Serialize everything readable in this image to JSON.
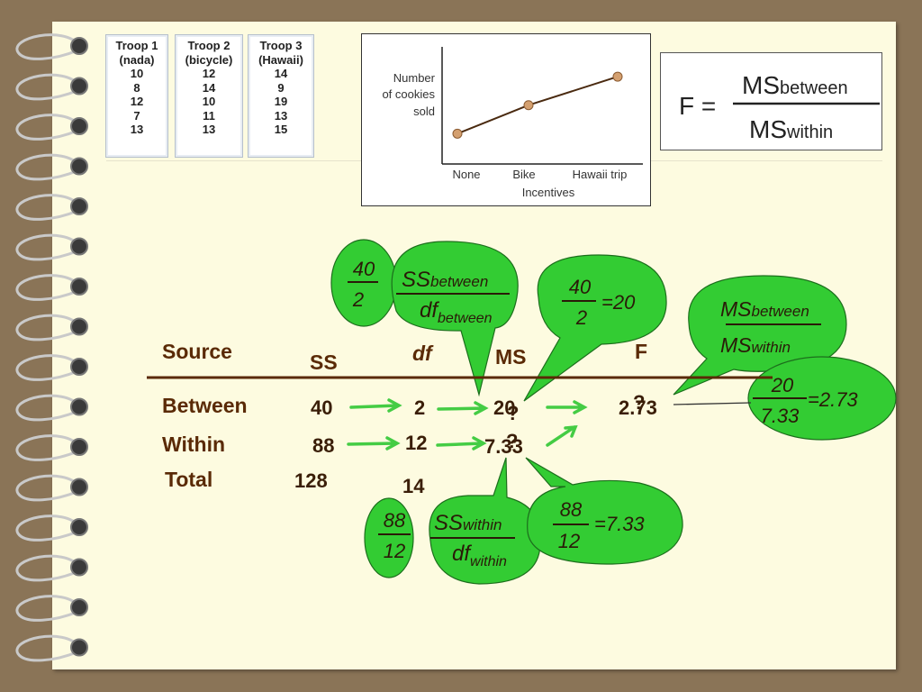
{
  "troops": [
    {
      "name": "Troop 1",
      "incentive": "(nada)",
      "values": [
        "10",
        "8",
        "12",
        "7",
        "13"
      ]
    },
    {
      "name": "Troop 2",
      "incentive": "(bicycle)",
      "values": [
        "12",
        "14",
        "10",
        "11",
        "13"
      ]
    },
    {
      "name": "Troop 3",
      "incentive": "(Hawaii)",
      "values": [
        "14",
        "9",
        "19",
        "13",
        "15"
      ]
    }
  ],
  "chart": {
    "ylabel": [
      "Number",
      "of cookies",
      "sold"
    ],
    "xlabel": "Incentives",
    "categories": [
      "None",
      "Bike",
      "Hawaii trip"
    ]
  },
  "chart_data": {
    "type": "line",
    "categories": [
      "None",
      "Bike",
      "Hawaii trip"
    ],
    "values": [
      10,
      12,
      14
    ],
    "xlabel": "Incentives",
    "ylabel": "Number of cookies sold",
    "grid": false
  },
  "formula": {
    "lhs": "F =",
    "num_main": "MS",
    "num_sub": "between",
    "den_main": "MS",
    "den_sub": "within"
  },
  "table": {
    "headers": {
      "source": "Source",
      "ss": "SS",
      "df": "df",
      "ms": "MS",
      "f": "F"
    },
    "rows": [
      {
        "source": "Between",
        "ss": "40",
        "df": "2",
        "ms": "20",
        "f": "2.73"
      },
      {
        "source": "Within",
        "ss": "88",
        "df": "12",
        "ms": "7.33"
      },
      {
        "source": "Total",
        "ss": "128",
        "df": "14"
      }
    ],
    "overlay_q": "?"
  },
  "bubbles": {
    "ss_between_frac": {
      "num": "40",
      "den": "2"
    },
    "ss_between_formula": {
      "num_main": "SS",
      "num_sub": "between",
      "den_main": "df",
      "den_sub": "between"
    },
    "ms_between_calc": {
      "num": "40",
      "den": "2",
      "result": "=20"
    },
    "f_formula": {
      "num_main": "MS",
      "num_sub": "between",
      "den_main": "MS",
      "den_sub": "within"
    },
    "f_calc": {
      "num": "20",
      "den": "7.33",
      "result": "=2.73"
    },
    "ss_within_frac": {
      "num": "88",
      "den": "12"
    },
    "ss_within_formula": {
      "num_main": "SS",
      "num_sub": "within",
      "den_main": "df",
      "den_sub": "within"
    },
    "ms_within_calc": {
      "num": "88",
      "den": "12",
      "result": "=7.33"
    }
  },
  "colors": {
    "bubble": "#33cc33",
    "arrow": "#44cc44",
    "table_rule": "#5a2a06",
    "text_brown": "#5a2a06",
    "chart_line": "#4a2a10",
    "chart_point": "#d4a070"
  }
}
